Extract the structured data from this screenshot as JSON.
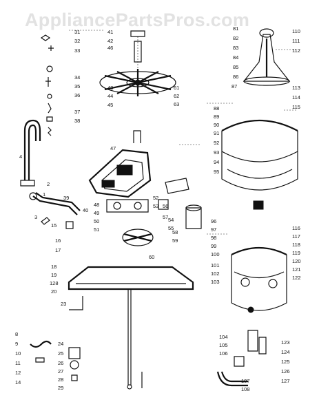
{
  "watermark": "AppliancePartsPros.com",
  "labels": {
    "left_column": [
      "31",
      "32",
      "33",
      "34",
      "35",
      "36",
      "37",
      "38",
      "1",
      "2",
      "3",
      "4",
      "8",
      "9",
      "10",
      "11",
      "12",
      "14"
    ],
    "center_left": [
      "15",
      "16",
      "17",
      "18",
      "19",
      "128",
      "20",
      "23",
      "24",
      "25",
      "26",
      "27",
      "28",
      "29",
      "39",
      "40",
      "48",
      "49",
      "50",
      "51"
    ],
    "center": [
      "41",
      "42",
      "43",
      "44",
      "45",
      "46",
      "47",
      "52",
      "53",
      "54",
      "55",
      "56",
      "57",
      "58",
      "59",
      "60",
      "61",
      "62",
      "63"
    ],
    "right_center": [
      "81",
      "82",
      "83",
      "84",
      "85",
      "86",
      "87",
      "88",
      "89",
      "90",
      "91",
      "92",
      "93",
      "94",
      "95",
      "96",
      "97",
      "98",
      "99",
      "100",
      "101",
      "102",
      "103",
      "104",
      "105",
      "106",
      "107",
      "108"
    ],
    "right_column": [
      "110",
      "111",
      "112",
      "113",
      "114",
      "115",
      "116",
      "117",
      "118",
      "119",
      "120",
      "121",
      "122",
      "123",
      "124",
      "125",
      "126",
      "127"
    ]
  }
}
